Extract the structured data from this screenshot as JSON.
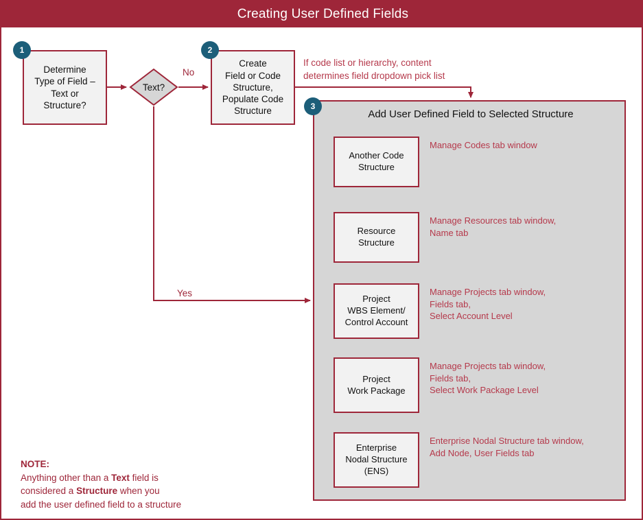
{
  "header": {
    "title": "Creating User Defined Fields"
  },
  "colors": {
    "brand_red": "#9e2639",
    "annotation_red": "#b5394b",
    "badge_teal": "#1c5e79",
    "box_fill": "#f2f2f2",
    "container_fill": "#d6d6d6"
  },
  "steps": {
    "one": {
      "number": "1",
      "label": "Determine\nType of Field –\nText or\nStructure?"
    },
    "two": {
      "number": "2",
      "label": "Create\nField or Code\nStructure,\nPopulate Code\nStructure"
    },
    "three": {
      "number": "3",
      "title": "Add User Defined Field to Selected Structure"
    }
  },
  "decision": {
    "label": "Text?"
  },
  "edges": {
    "no_label": "No",
    "yes_label": "Yes"
  },
  "annotations": {
    "code_list": "If code list or hierarchy, content\ndetermines field dropdown pick list"
  },
  "structures": [
    {
      "name": "Another Code\nStructure",
      "note": "Manage Codes tab window"
    },
    {
      "name": "Resource\nStructure",
      "note": "Manage Resources tab window,\nName tab"
    },
    {
      "name": "Project\nWBS Element/\nControl Account",
      "note": "Manage Projects tab window,\nFields tab,\nSelect Account Level"
    },
    {
      "name": "Project\nWork Package",
      "note": "Manage Projects tab window,\nFields tab,\nSelect Work Package Level"
    },
    {
      "name": "Enterprise\nNodal Structure\n(ENS)",
      "note": "Enterprise Nodal Structure tab window,\nAdd Node, User Fields tab"
    }
  ],
  "note": {
    "heading": "NOTE:",
    "line1_a": "Anything other than a ",
    "line1_b": "Text",
    "line1_c": " field is",
    "line2_a": "considered a ",
    "line2_b": "Structure",
    "line2_c": " when you",
    "line3": "add the user defined field to a structure"
  }
}
